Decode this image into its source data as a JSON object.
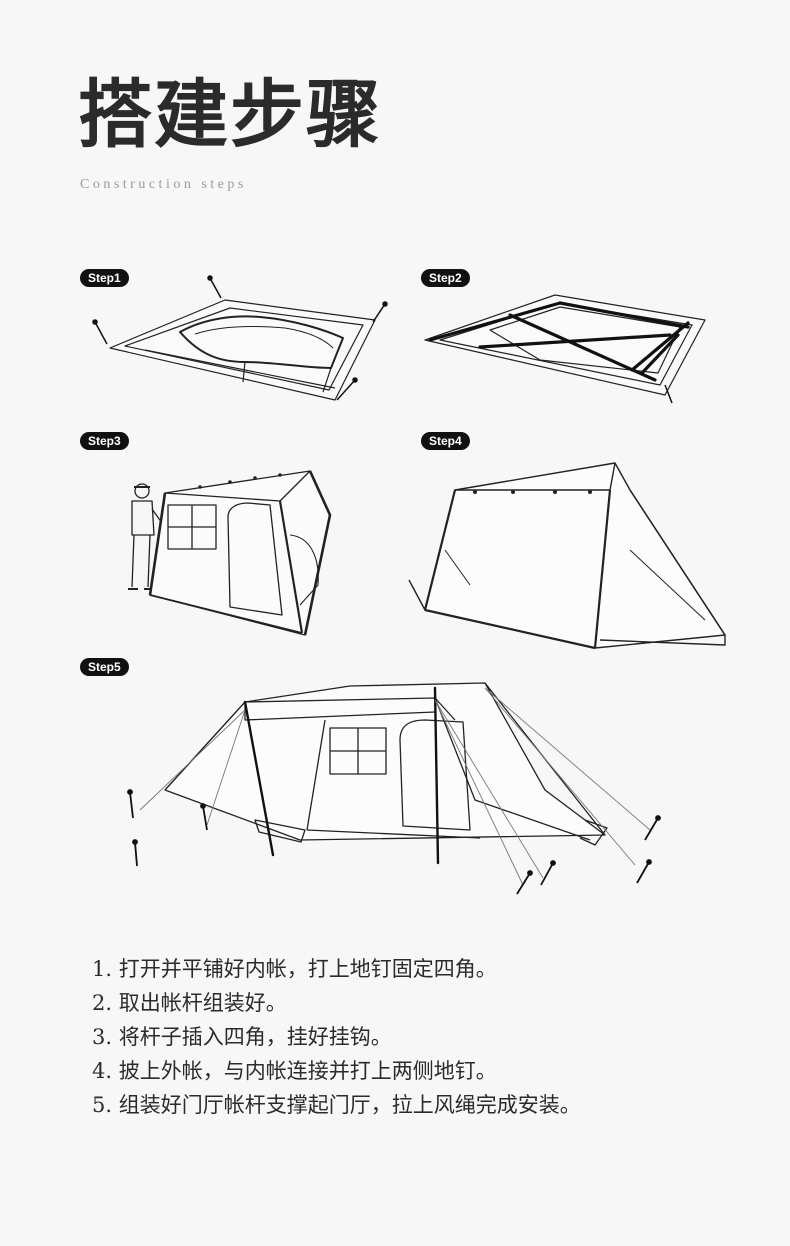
{
  "header": {
    "title": "搭建步骤",
    "subtitle": "Construction steps"
  },
  "steps": [
    {
      "badge": "Step1",
      "text": "1. 打开并平铺好内帐，打上地钉固定四角。"
    },
    {
      "badge": "Step2",
      "text": "2. 取出帐杆组装好。"
    },
    {
      "badge": "Step3",
      "text": "3. 将杆子插入四角，挂好挂钩。"
    },
    {
      "badge": "Step4",
      "text": "4. 披上外帐，与内帐连接并打上两侧地钉。"
    },
    {
      "badge": "Step5",
      "text": "5. 组装好门厅帐杆支撑起门厅，拉上风绳完成安装。"
    }
  ],
  "colors": {
    "background": "#f7f7f7",
    "ink": "#2b2b2b",
    "badge": "#111111",
    "subtitle": "#9a9a9a"
  }
}
